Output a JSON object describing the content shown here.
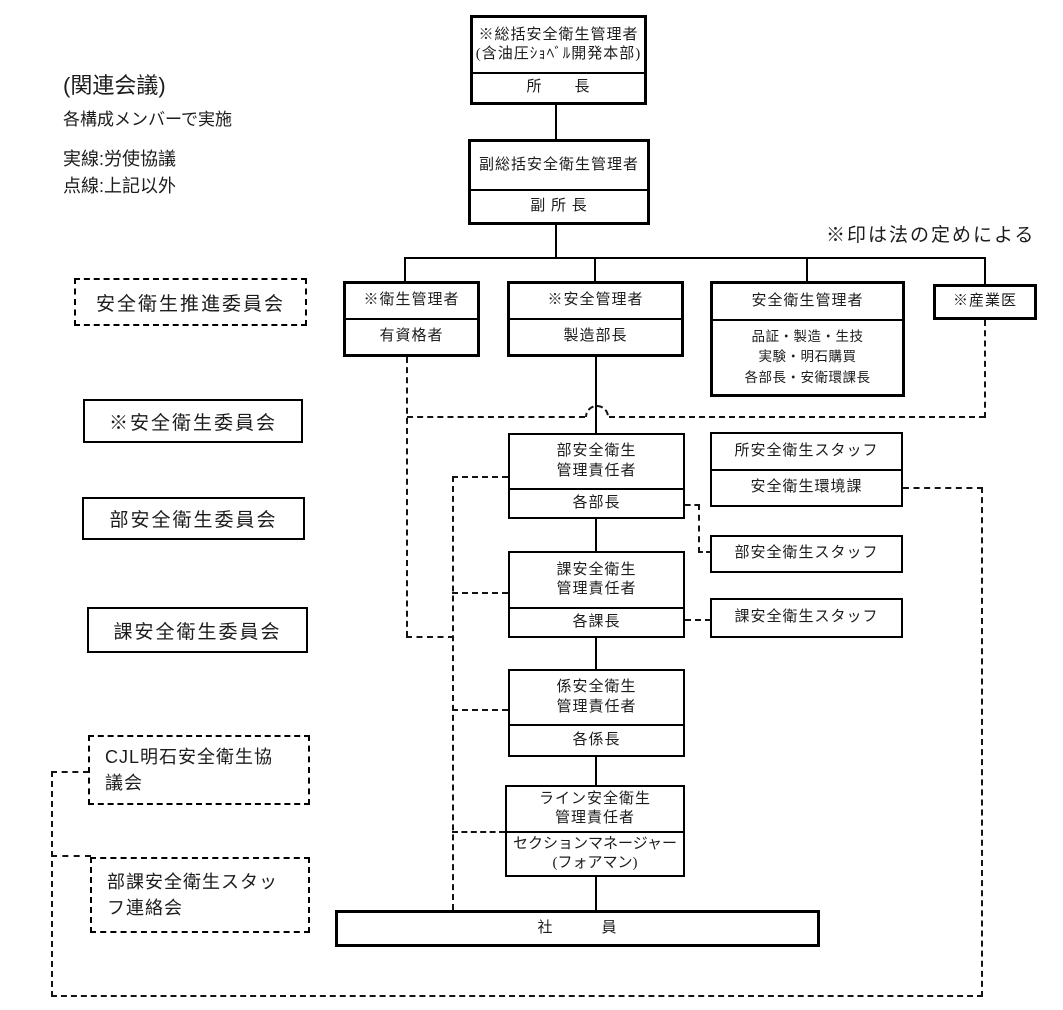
{
  "legend": {
    "title": "(関連会議)",
    "subtitle": "各構成メンバーで実施",
    "solid": "実線:労使協議",
    "dotted": "点線:上記以外"
  },
  "note": "※印は法の定めによる",
  "committees": {
    "promotion": "安全衛生推進委員会",
    "central": "※安全衛生委員会",
    "department": "部安全衛生委員会",
    "section": "課安全衛生委員会",
    "cjl_line1": "CJL明石安全衛生協",
    "cjl_line2": "議会",
    "staff_line1": "部課安全衛生スタッ",
    "staff_line2": "フ連絡会"
  },
  "nodes": {
    "general": {
      "title1": "※総括安全衛生管理者",
      "title2": "(含油圧ｼｮﾍﾞﾙ開発本部)",
      "role": "所　　長"
    },
    "deputy": {
      "title": "副総括安全衛生管理者",
      "role": "副 所 長"
    },
    "hygiene": {
      "title": "※衛生管理者",
      "role": "有資格者"
    },
    "safety": {
      "title": "※安全管理者",
      "role": "製造部長"
    },
    "safety_hygiene": {
      "title": "安全衛生管理者",
      "line1": "品証・製造・生技",
      "line2": "実験・明石購買",
      "line3": "各部長・安衛環課長"
    },
    "physician": {
      "title": "※産業医"
    },
    "dept": {
      "title1": "部安全衛生",
      "title2": "管理責任者",
      "role": "各部長"
    },
    "office_staff": {
      "title": "所安全衛生スタッフ",
      "sub": "安全衛生環境課"
    },
    "section": {
      "title1": "課安全衛生",
      "title2": "管理責任者",
      "role": "各課長"
    },
    "dept_staff": {
      "title": "部安全衛生スタッフ"
    },
    "section_staff": {
      "title": "課安全衛生スタッフ"
    },
    "subsection": {
      "title1": "係安全衛生",
      "title2": "管理責任者",
      "role": "各係長"
    },
    "line": {
      "title1": "ライン安全衛生",
      "title2": "管理責任者",
      "role1": "セクションマネージャー",
      "role2": "(フォアマン)"
    },
    "employees": {
      "title": "社　　　員"
    }
  }
}
